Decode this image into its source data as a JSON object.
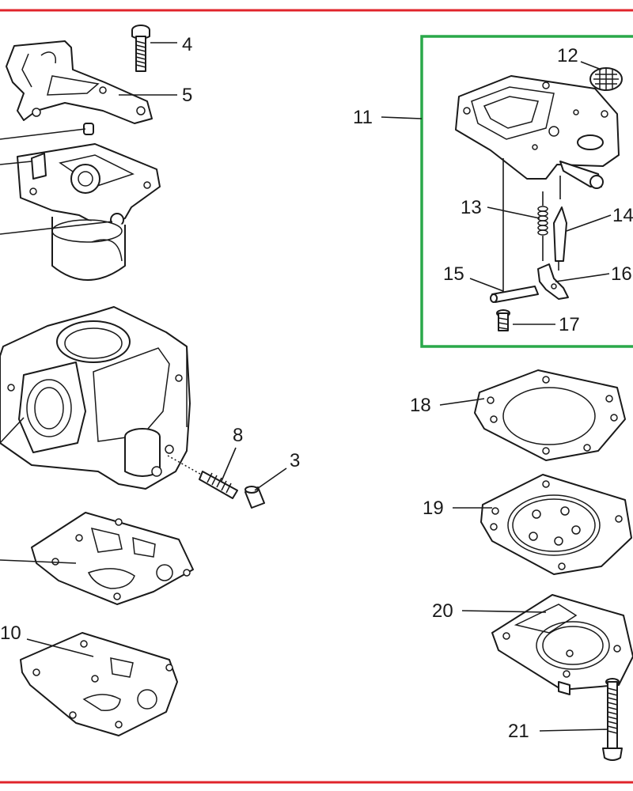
{
  "labels": {
    "p3": "3",
    "p4": "4",
    "p5": "5",
    "p8": "8",
    "p10": "10",
    "p11": "11",
    "p12": "12",
    "p13": "13",
    "p14": "14",
    "p15": "15",
    "p16": "16",
    "p17": "17",
    "p18": "18",
    "p19": "19",
    "p20": "20",
    "p21": "21"
  },
  "colors": {
    "border_red": "#e0242b",
    "highlight_green": "#2aa84a",
    "ink": "#1a1a1a"
  }
}
